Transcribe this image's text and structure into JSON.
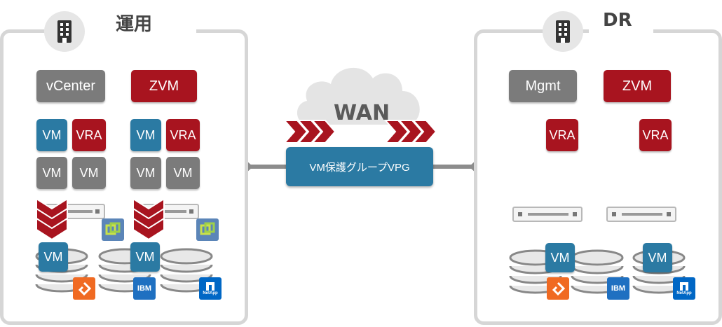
{
  "left_site": {
    "label": "運用",
    "vcenter": "vCenter",
    "zvm": "ZVM",
    "vm": "VM",
    "vra": "VRA",
    "ibm": "IBM",
    "netapp": "NetApp"
  },
  "right_site": {
    "label": "DR",
    "mgmt": "Mgmt",
    "zvm": "ZVM",
    "vra": "VRA",
    "vm": "VM",
    "ibm": "IBM",
    "netapp": "NetApp"
  },
  "wan": {
    "label": "WAN",
    "vpg": "VM保護グループVPG"
  },
  "colors": {
    "red": "#a8141f",
    "blue": "#2b7aa3",
    "gray": "#7b7b7b",
    "border": "#d6d6d6"
  }
}
